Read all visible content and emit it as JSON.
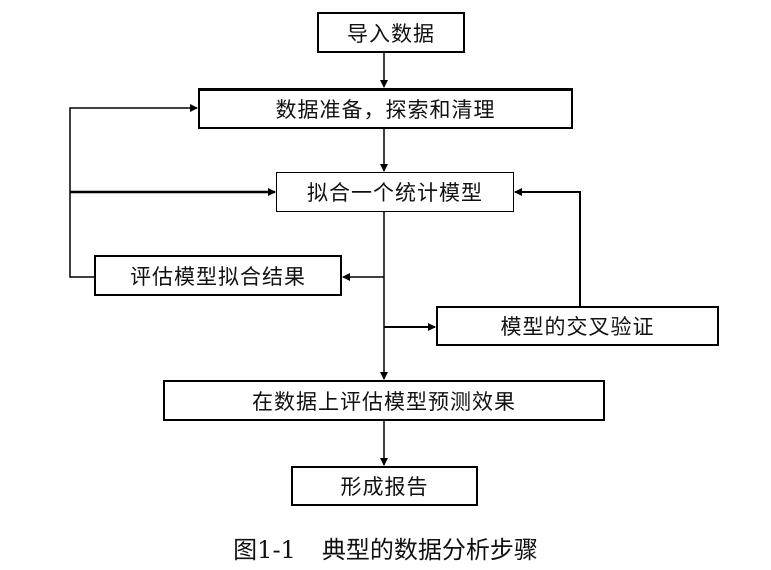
{
  "figure": {
    "steps": {
      "import": "导入数据",
      "prepare": "数据准备，探索和清理",
      "fit": "拟合一个统计模型",
      "evaluate_fit": "评估模型拟合结果",
      "cross_validate": "模型的交叉验证",
      "evaluate_predict": "在数据上评估模型预测效果",
      "report": "形成报告"
    },
    "caption": {
      "number": "图1-1",
      "title": "典型的数据分析步骤"
    },
    "colors": {
      "line": "#000000",
      "box_fill": "#ffffff",
      "text": "#111111"
    }
  }
}
